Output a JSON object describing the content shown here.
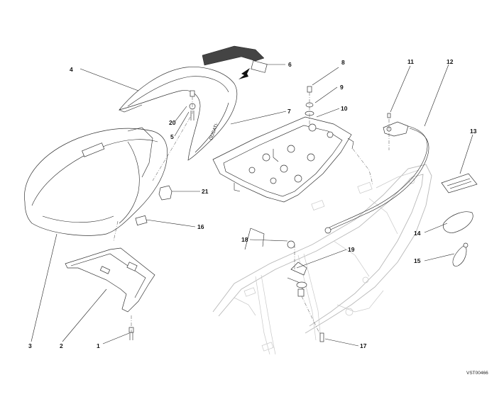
{
  "drawing": {
    "code": "VST00466",
    "callouts": [
      {
        "n": "1"
      },
      {
        "n": "2"
      },
      {
        "n": "3"
      },
      {
        "n": "4"
      },
      {
        "n": "5"
      },
      {
        "n": "6"
      },
      {
        "n": "7"
      },
      {
        "n": "8"
      },
      {
        "n": "9"
      },
      {
        "n": "10"
      },
      {
        "n": "11"
      },
      {
        "n": "12"
      },
      {
        "n": "13"
      },
      {
        "n": "14"
      },
      {
        "n": "15"
      },
      {
        "n": "16"
      },
      {
        "n": "17"
      },
      {
        "n": "18"
      },
      {
        "n": "19"
      },
      {
        "n": "20"
      },
      {
        "n": "21"
      }
    ]
  }
}
